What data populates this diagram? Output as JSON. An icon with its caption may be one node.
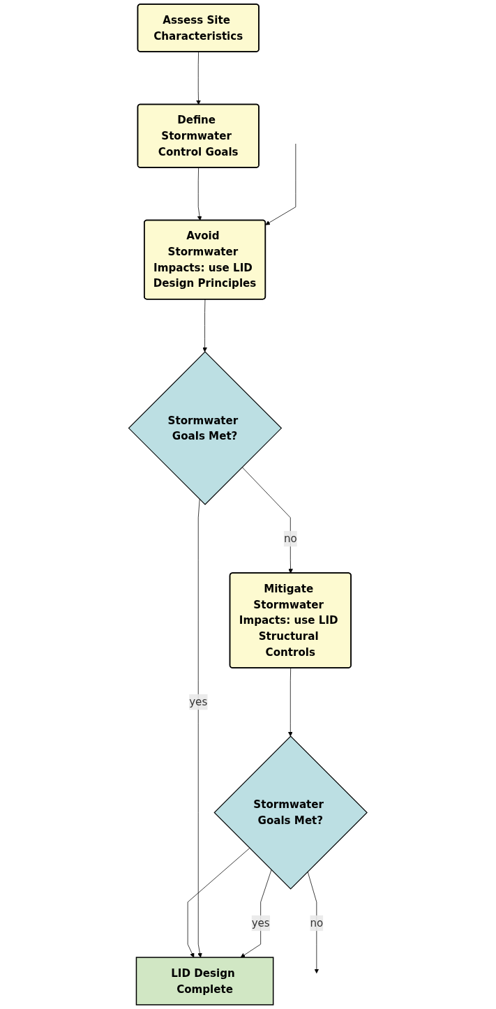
{
  "diagram": {
    "nodes": [
      {
        "text": [
          "Assess Site Characteristics"
        ]
      },
      {
        "text": [
          "Define Stormwater Control Goals"
        ]
      },
      {
        "text": [
          "Avoid Stormwater Impacts: use LID Design Principles"
        ]
      },
      {
        "text": [
          "Stormwater Goals Met?"
        ]
      },
      {
        "text": [
          "Mitigate Stormwater Impacts: use LID Structural Controls"
        ]
      },
      {
        "text": [
          "Stormwater Goals Met?"
        ]
      },
      {
        "text": [
          "LID Design Complete"
        ]
      }
    ],
    "edges": [
      {
        "from": 0,
        "to": 1,
        "arrow": "to"
      },
      {
        "from": 1,
        "to": 2,
        "arrow": "to"
      },
      {
        "from": 2,
        "to": 3,
        "arrow": "to"
      },
      {
        "from": 3,
        "to": 4,
        "arrow": "to",
        "label": "no"
      },
      {
        "from": 4,
        "to": 5,
        "arrow": "to"
      },
      {
        "from": 5,
        "to": 6,
        "arrow": "to"
      },
      {
        "from": 3,
        "to": 6,
        "arrow": "to",
        "label": "yes"
      },
      {
        "from": 5,
        "to": 6,
        "arrow": "to",
        "label": "yes"
      },
      {
        "from": 5,
        "to": null,
        "arrow": "to",
        "label": "no"
      },
      {
        "from": null,
        "to": 2,
        "arrow": "to"
      }
    ]
  }
}
